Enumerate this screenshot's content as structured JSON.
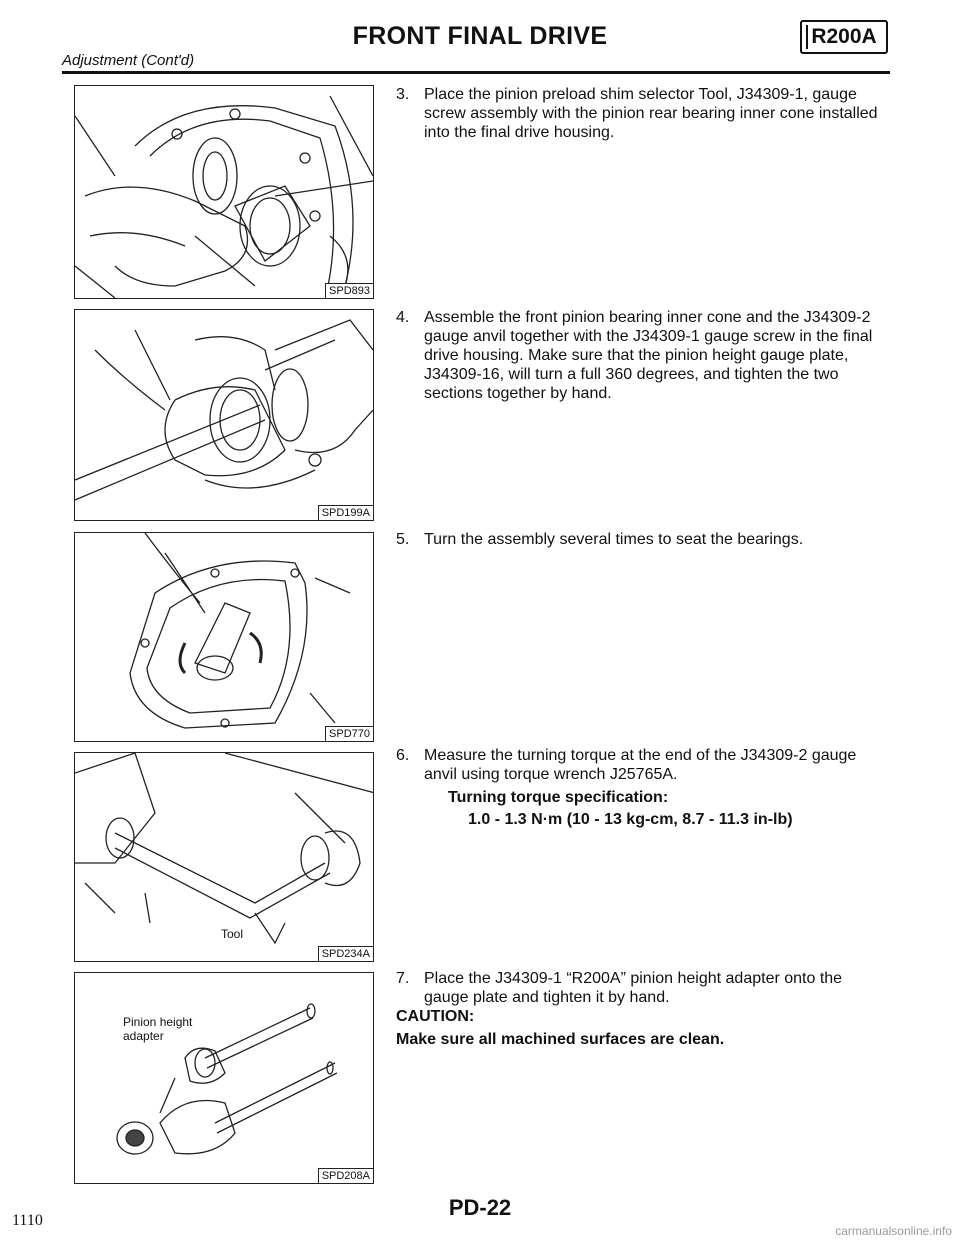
{
  "header": {
    "title": "FRONT FINAL DRIVE",
    "model": "R200A",
    "subtitle": "Adjustment (Cont'd)"
  },
  "figures": [
    {
      "code": "SPD893"
    },
    {
      "code": "SPD199A"
    },
    {
      "code": "SPD770"
    },
    {
      "code": "SPD234A",
      "label": "Tool"
    },
    {
      "code": "SPD208A",
      "label": "Pinion height adapter"
    }
  ],
  "steps": [
    {
      "num": "3.",
      "text": "Place the pinion preload shim selector Tool, J34309-1, gauge screw assembly with the pinion rear bearing inner cone installed into the final drive housing."
    },
    {
      "num": "4.",
      "text": "Assemble the front pinion bearing inner cone and the J34309-2 gauge anvil together with the J34309-1 gauge screw in the final drive housing. Make sure that the pinion height gauge plate, J34309-16, will turn a full 360 degrees, and tighten the two sections together by hand."
    },
    {
      "num": "5.",
      "text": "Turn the assembly several times to seat the bearings."
    },
    {
      "num": "6.",
      "text": "Measure the turning torque at the end of the J34309-2 gauge anvil using torque wrench J25765A.",
      "spec_label": "Turning torque specification:",
      "spec_value": "1.0 - 1.3 N·m (10 - 13 kg-cm, 8.7 - 11.3 in-lb)"
    },
    {
      "num": "7.",
      "text": "Place the J34309-1 “R200A” pinion height adapter onto the gauge plate and tighten it by hand.",
      "caution_label": "CAUTION:",
      "caution_text": "Make sure all machined surfaces are clean."
    }
  ],
  "footer": {
    "page": "PD-22",
    "edge_number": "1110",
    "watermark": "carmanualsonline.info"
  }
}
